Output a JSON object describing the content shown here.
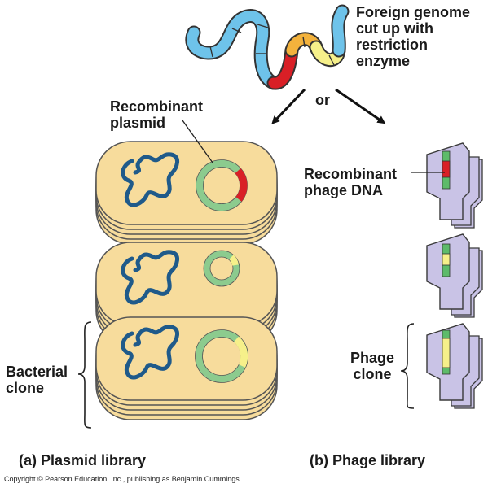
{
  "labels": {
    "foreign_genome": "Foreign genome cut up with restriction enzyme",
    "or": "or",
    "recombinant_plasmid": "Recombinant plasmid",
    "recombinant_phage_dna": "Recombinant phage DNA",
    "bacterial_clone": "Bacterial clone",
    "phage_clone": "Phage clone",
    "plasmid_library": "(a) Plasmid library",
    "phage_library": "(b) Phage library",
    "copyright": "Copyright © Pearson Education, Inc., publishing as Benjamin Cummings."
  },
  "colors": {
    "cell_fill": "#f7dc9c",
    "cell_stroke": "#555555",
    "chromosome": "#1f5a8a",
    "plasmid_ring": "#8ccb8e",
    "dna_blue": "#6ec3ea",
    "insert_red": "#d91f26",
    "insert_yellow": "#f6f08a",
    "phage_head": "#c9c3e6",
    "phage_stroke": "#3a3a3a",
    "phage_dna_green": "#5dbb6a"
  }
}
